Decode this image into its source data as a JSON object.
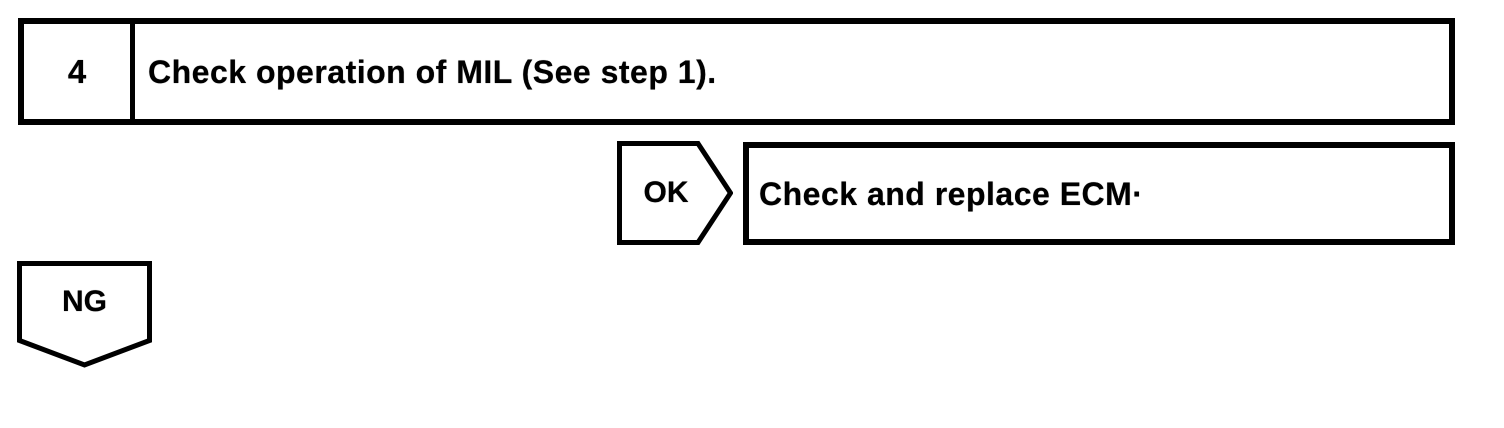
{
  "colors": {
    "ink": "#000000",
    "paper": "#ffffff"
  },
  "flowchart": {
    "step": {
      "number": "4",
      "instruction": "Check operation of MIL (See step 1)."
    },
    "ok_branch": {
      "label": "OK",
      "action": "Check and replace ECM·"
    },
    "ng_branch": {
      "label": "NG"
    }
  }
}
